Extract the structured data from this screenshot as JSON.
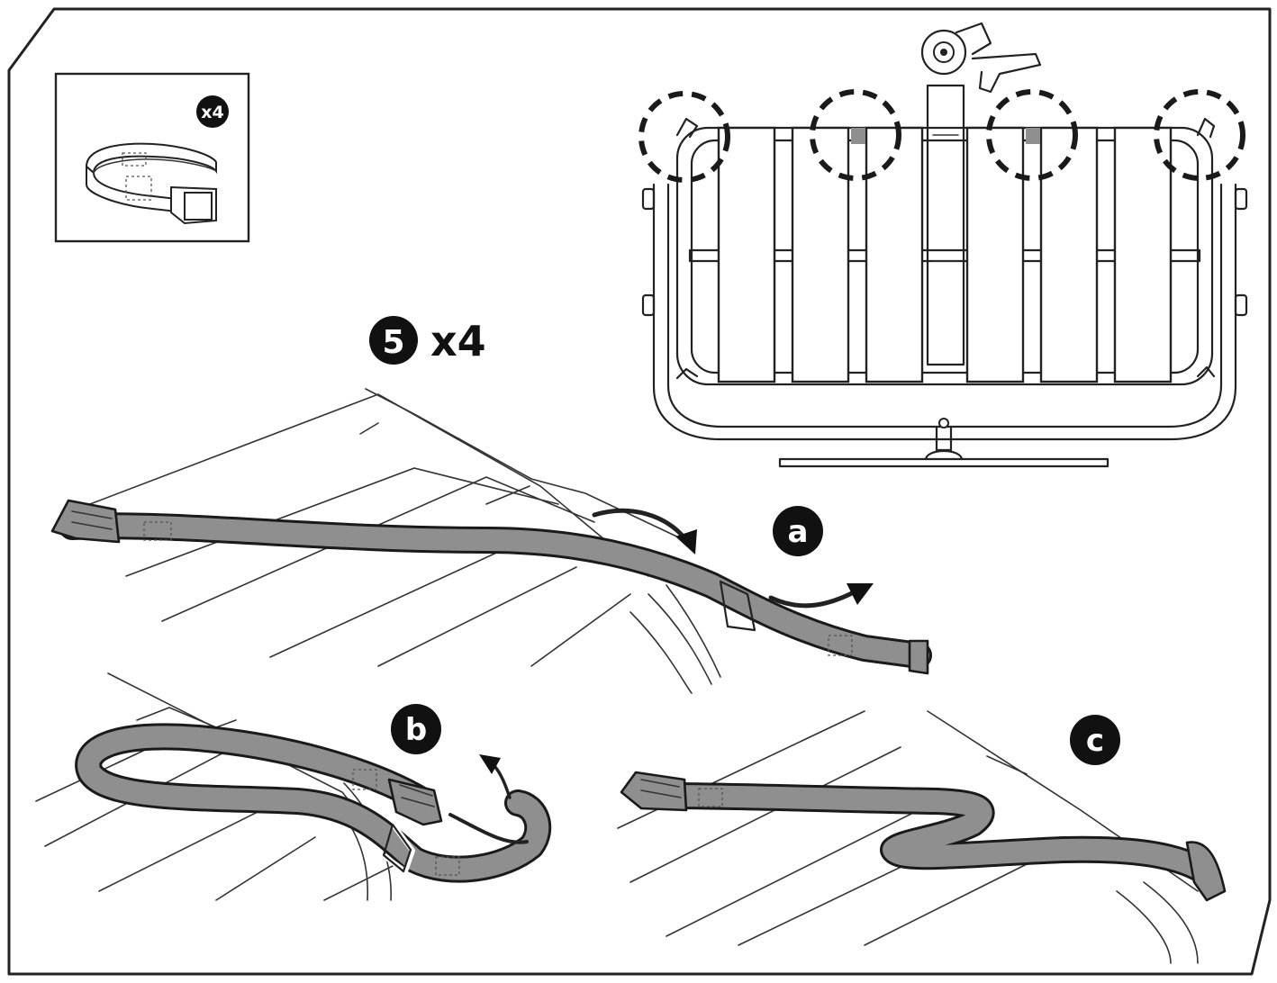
{
  "inset": {
    "quantity_label": "x4"
  },
  "step": {
    "number": "5",
    "quantity_label": "x4"
  },
  "substeps": {
    "a": "a",
    "b": "b",
    "c": "c"
  },
  "colors": {
    "strap": "#8f8f8f",
    "ink": "#1a1a1a",
    "badge": "#111111"
  }
}
